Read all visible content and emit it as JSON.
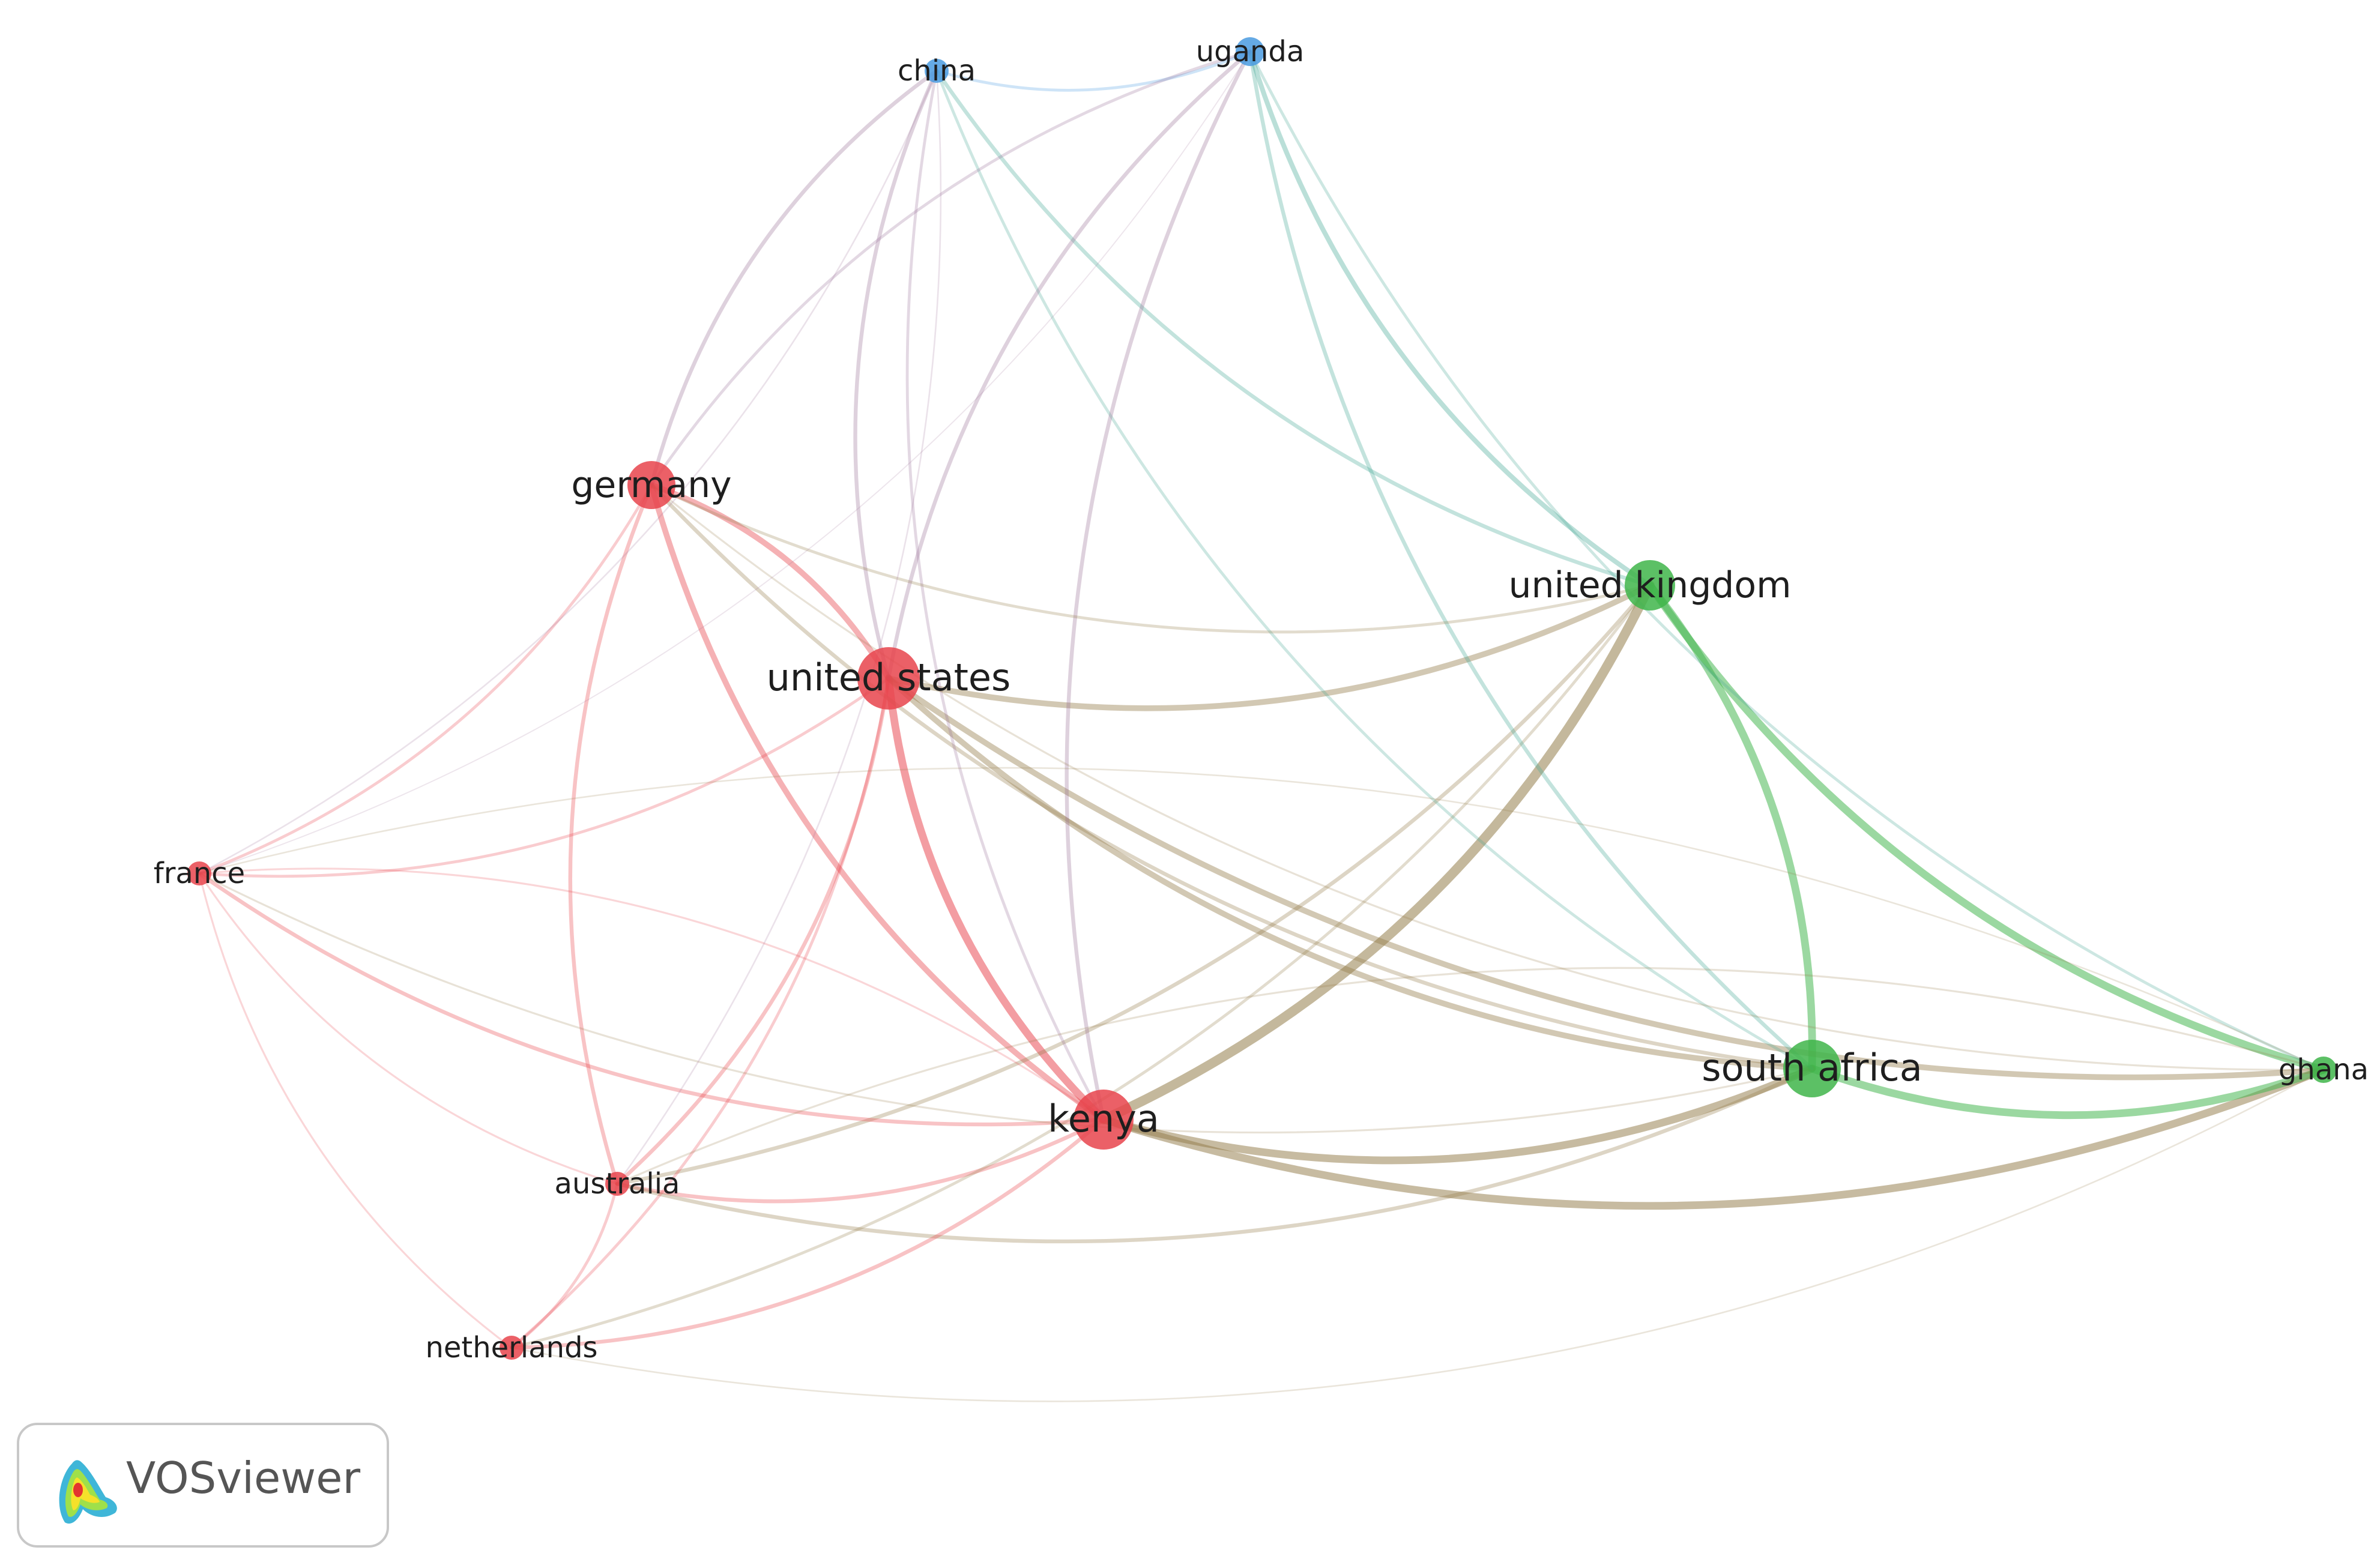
{
  "app": {
    "name": "VOSviewer"
  },
  "clusters": {
    "red": "#e8444c",
    "green": "#3fb54a",
    "blue": "#4a9be0"
  },
  "nodes": [
    {
      "id": "united-states",
      "label": "united states",
      "cluster": "red"
    },
    {
      "id": "kenya",
      "label": "kenya",
      "cluster": "red"
    },
    {
      "id": "germany",
      "label": "germany",
      "cluster": "red"
    },
    {
      "id": "france",
      "label": "france",
      "cluster": "red"
    },
    {
      "id": "australia",
      "label": "australia",
      "cluster": "red"
    },
    {
      "id": "netherlands",
      "label": "netherlands",
      "cluster": "red"
    },
    {
      "id": "south-africa",
      "label": "south africa",
      "cluster": "green"
    },
    {
      "id": "united-kingdom",
      "label": "united kingdom",
      "cluster": "green"
    },
    {
      "id": "ghana",
      "label": "ghana",
      "cluster": "green"
    },
    {
      "id": "china",
      "label": "china",
      "cluster": "blue"
    },
    {
      "id": "uganda",
      "label": "uganda",
      "cluster": "blue"
    }
  ],
  "links": [
    [
      "kenya",
      "united-kingdom",
      5
    ],
    [
      "kenya",
      "south-africa",
      4
    ],
    [
      "kenya",
      "ghana",
      4
    ],
    [
      "south-africa",
      "united-kingdom",
      4
    ],
    [
      "south-africa",
      "ghana",
      4
    ],
    [
      "united-kingdom",
      "ghana",
      4
    ],
    [
      "united-states",
      "kenya",
      4
    ],
    [
      "united-states",
      "united-kingdom",
      3
    ],
    [
      "united-states",
      "south-africa",
      3
    ],
    [
      "united-states",
      "germany",
      3
    ],
    [
      "germany",
      "kenya",
      3
    ],
    [
      "germany",
      "south-africa",
      2
    ],
    [
      "germany",
      "australia",
      2
    ],
    [
      "united-states",
      "ghana",
      3
    ],
    [
      "australia",
      "kenya",
      2
    ],
    [
      "australia",
      "south-africa",
      2
    ],
    [
      "australia",
      "united-kingdom",
      2
    ],
    [
      "australia",
      "united-states",
      2
    ],
    [
      "netherlands",
      "kenya",
      2
    ],
    [
      "netherlands",
      "united-kingdom",
      1.5
    ],
    [
      "netherlands",
      "united-states",
      1.5
    ],
    [
      "netherlands",
      "australia",
      1.5
    ],
    [
      "france",
      "kenya",
      2
    ],
    [
      "france",
      "united-states",
      1.5
    ],
    [
      "france",
      "germany",
      1.5
    ],
    [
      "france",
      "south-africa",
      1
    ],
    [
      "france",
      "australia",
      1
    ],
    [
      "france",
      "netherlands",
      1
    ],
    [
      "china",
      "uganda",
      1.5
    ],
    [
      "china",
      "united-states",
      2
    ],
    [
      "china",
      "germany",
      2
    ],
    [
      "china",
      "united-kingdom",
      2
    ],
    [
      "china",
      "south-africa",
      1.5
    ],
    [
      "china",
      "kenya",
      1.5
    ],
    [
      "uganda",
      "united-kingdom",
      2.5
    ],
    [
      "uganda",
      "south-africa",
      2
    ],
    [
      "uganda",
      "ghana",
      1.5
    ],
    [
      "uganda",
      "united-states",
      2
    ],
    [
      "uganda",
      "kenya",
      2
    ],
    [
      "uganda",
      "germany",
      1.5
    ],
    [
      "germany",
      "united-kingdom",
      1.5
    ],
    [
      "germany",
      "ghana",
      1
    ],
    [
      "kenya",
      "france",
      1
    ],
    [
      "ghana",
      "australia",
      1
    ],
    [
      "ghana",
      "france",
      0.8
    ],
    [
      "france",
      "china",
      0.8
    ],
    [
      "france",
      "uganda",
      0.6
    ],
    [
      "netherlands",
      "ghana",
      0.8
    ],
    [
      "australia",
      "china",
      0.8
    ]
  ]
}
